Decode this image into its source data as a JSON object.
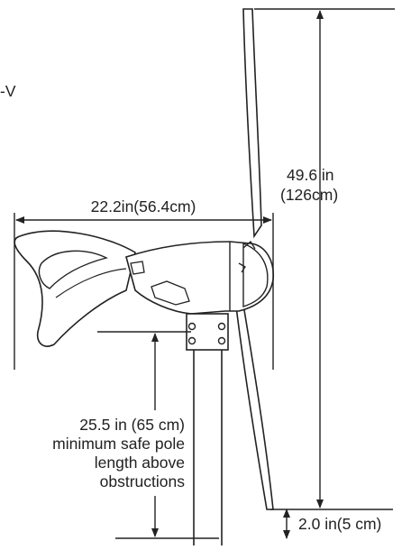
{
  "colors": {
    "ink": "#222222",
    "background": "#ffffff"
  },
  "labels": {
    "voltage_fragment": "-V",
    "width": "22.2in(56.4cm)",
    "height_in": "49.6 in",
    "height_cm": "(126cm)",
    "pole_line1": "25.5 in (65 cm)",
    "pole_line2": "minimum safe pole",
    "pole_line3": "length above",
    "pole_line4": "obstructions",
    "clearance": "2.0 in(5 cm)"
  }
}
